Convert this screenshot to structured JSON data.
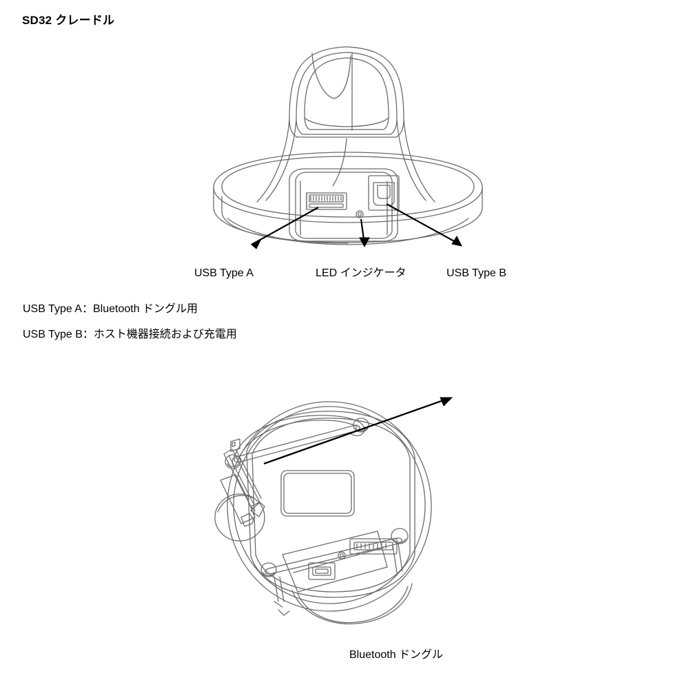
{
  "document": {
    "title_code": "SD32",
    "title_text": " クレードル",
    "background_color": "#ffffff",
    "line_art_color": "#6b6b6b",
    "arrow_color": "#000000",
    "text_color": "#000000"
  },
  "figure_front": {
    "name": "SD32 cradle front view line drawing",
    "callouts": [
      {
        "id": "usb-type-a",
        "label": "USB Type A"
      },
      {
        "id": "led-indicator",
        "label": "LED インジケータ"
      },
      {
        "id": "usb-type-b",
        "label": "USB Type B"
      }
    ],
    "parts": [
      "cradle-cup",
      "cradle-neck",
      "cradle-base",
      "port-panel",
      "usb-type-a-port",
      "led-indicator",
      "usb-type-b-port"
    ]
  },
  "body_text": [
    "USB Type A：Bluetooth ドングル用",
    "USB Type B：ホスト機器接続および充電用"
  ],
  "figure_bottom": {
    "name": "SD32 cradle bottom view line drawing",
    "caption": "Bluetooth ドングル",
    "parts": [
      "base-disc",
      "label-plate",
      "rubber-foot-upper",
      "rubber-foot-lower",
      "screw-boss",
      "bluetooth-dongle",
      "usb-type-b-port",
      "led-indicator",
      "usb-type-a-port",
      "cradle-neck-stem"
    ]
  }
}
